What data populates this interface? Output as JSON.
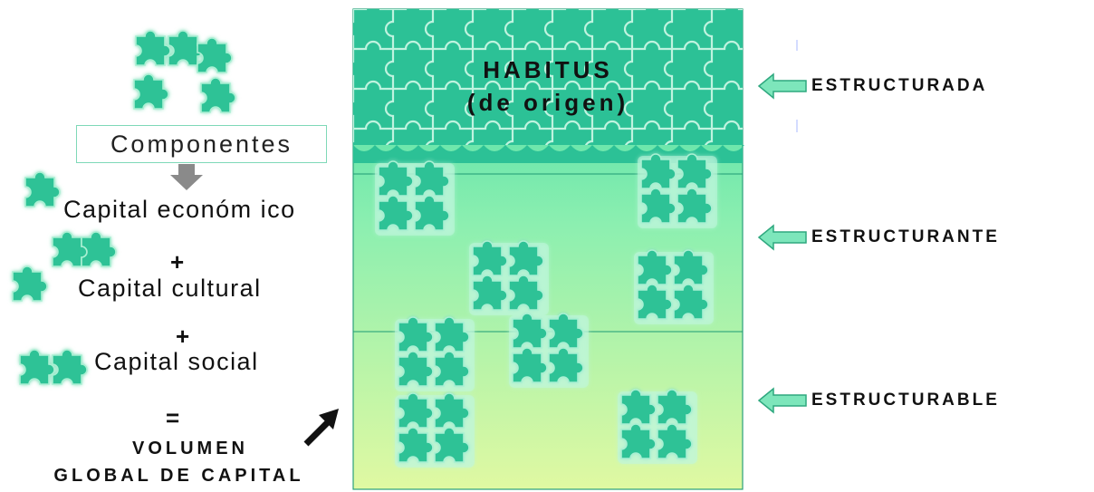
{
  "left": {
    "componentes_label": "Componentes",
    "items": [
      {
        "label": "Capital económ ico"
      },
      {
        "label": "Capital cultural"
      },
      {
        "label": "Capital social"
      }
    ],
    "plus_symbol": "+",
    "equals_symbol": "=",
    "result_line1": "VOLUMEN",
    "result_line2": "GLOBAL DE CAPITAL"
  },
  "center": {
    "habitus_line1": "HABITUS",
    "habitus_line2": "(de origen)"
  },
  "right": {
    "labels": [
      "ESTRUCTURADA",
      "ESTRUCTURANTE",
      "ESTRUCTURABLE"
    ]
  },
  "colors": {
    "puzzle_teal": "#2ec296",
    "puzzle_dark": "#1aa27b",
    "band_top": "#31d0a2",
    "band_bottom": "#d9f7a0",
    "arrow_fill": "#7de6bb",
    "arrow_stroke": "#2fa87f"
  }
}
